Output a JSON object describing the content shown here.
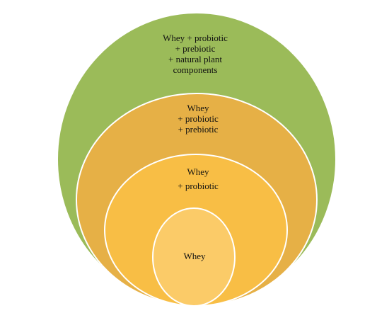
{
  "diagram": {
    "circles": [
      {
        "id": "outer",
        "color": "#9BBB59",
        "lines": [
          "Whey + probiotic",
          "+ prebiotic",
          "+ natural plant",
          "components"
        ]
      },
      {
        "id": "third",
        "color": "#E6B046",
        "lines": [
          "Whey",
          "+ probiotic",
          "+ prebiotic"
        ]
      },
      {
        "id": "second",
        "color": "#F8BE45",
        "lines": [
          "Whey",
          "+ probiotic"
        ]
      },
      {
        "id": "inner",
        "color": "#FBCB68",
        "lines": [
          "Whey"
        ]
      }
    ],
    "stroke_color": "#ffffff"
  }
}
